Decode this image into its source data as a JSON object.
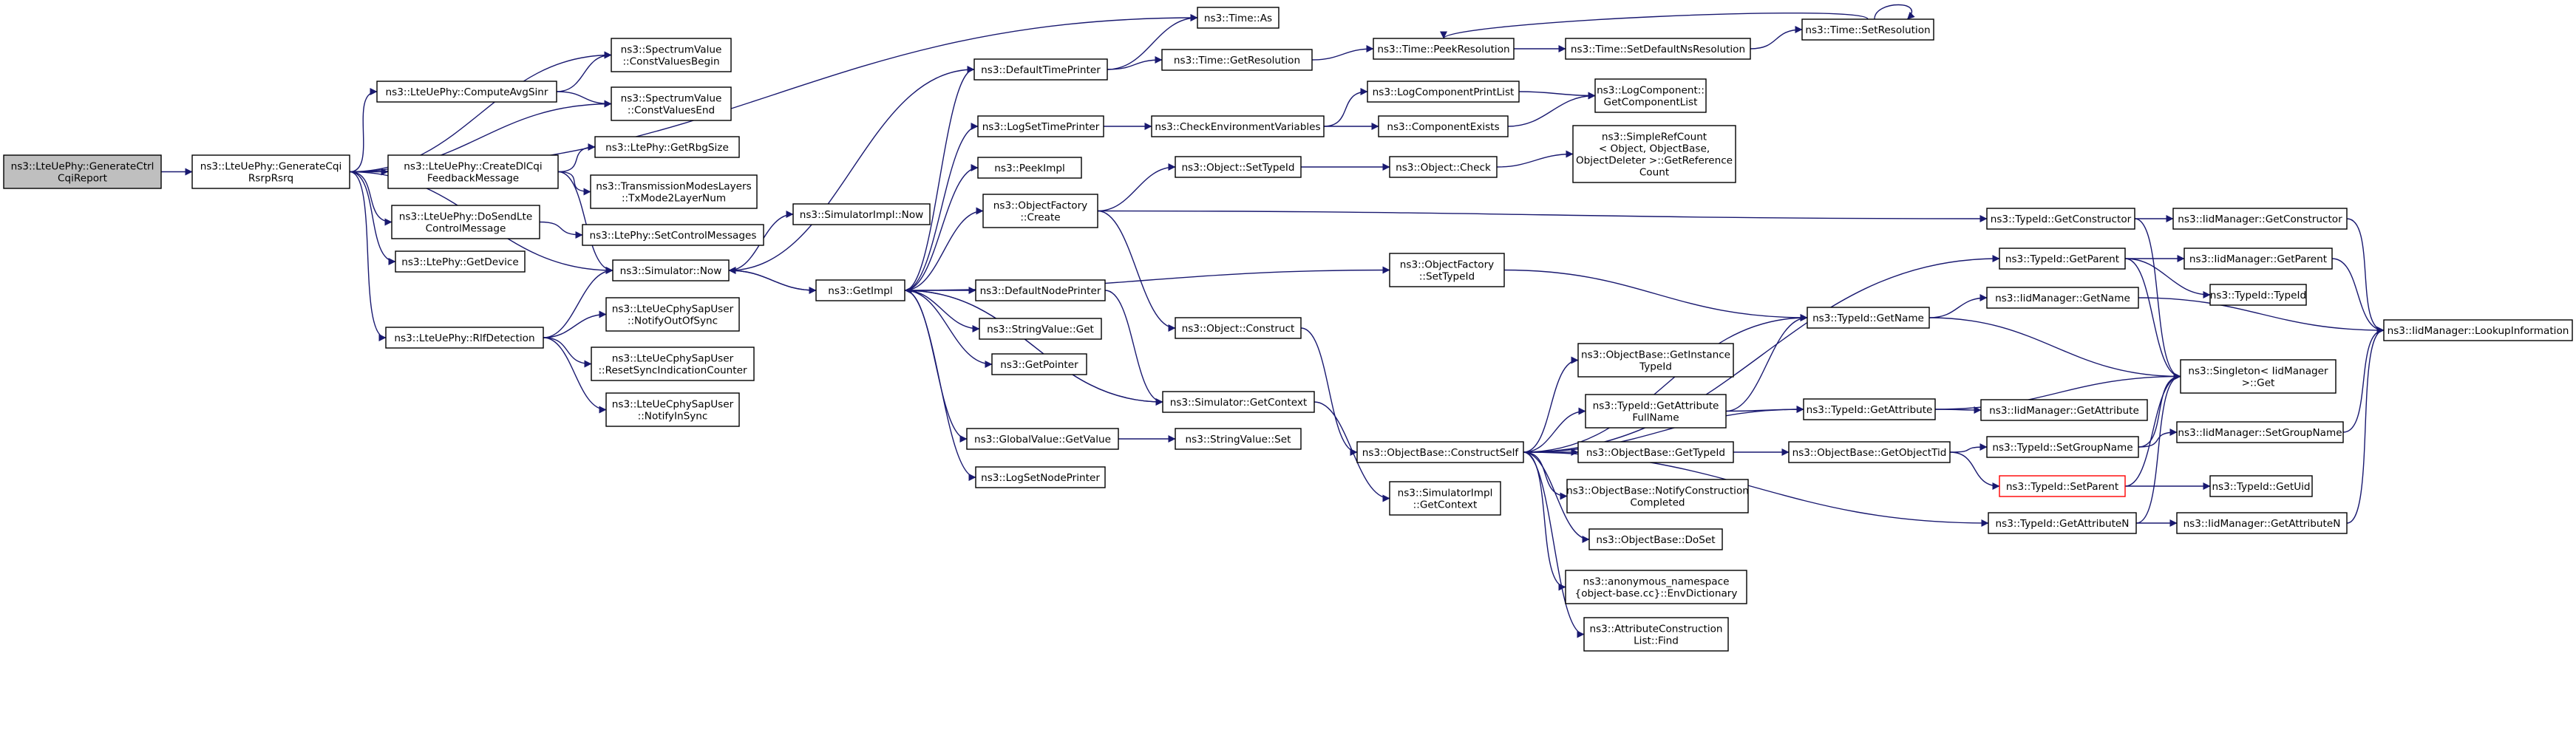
{
  "diagram": {
    "colors": {
      "node_fill": "#ffffff",
      "node_stroke": "#000000",
      "root_fill": "#bfbfbf",
      "highlight_stroke": "#ff0000",
      "edge": "#191970"
    },
    "nodes": {
      "root": [
        "ns3::LteUePhy::GenerateCtrl",
        "CqiReport"
      ],
      "genCqi": [
        "ns3::LteUePhy::GenerateCqi",
        "RsrpRsrq"
      ],
      "timeAs": [
        "ns3::Time::As"
      ],
      "svBegin": [
        "ns3::SpectrumValue",
        "::ConstValuesBegin"
      ],
      "computeAvg": [
        "ns3::LteUePhy::ComputeAvgSinr"
      ],
      "svEnd": [
        "ns3::SpectrumValue",
        "::ConstValuesEnd"
      ],
      "createDlCqi": [
        "ns3::LteUePhy::CreateDlCqi",
        "FeedbackMessage"
      ],
      "getRbgSize": [
        "ns3::LtePhy::GetRbgSize"
      ],
      "txMode": [
        "ns3::TransmissionModesLayers",
        "::TxMode2LayerNum"
      ],
      "doSendLte": [
        "ns3::LteUePhy::DoSendLte",
        "ControlMessage"
      ],
      "setCtrlMsgs": [
        "ns3::LtePhy::SetControlMessages"
      ],
      "getDevice": [
        "ns3::LtePhy::GetDevice"
      ],
      "simNow": [
        "ns3::Simulator::Now"
      ],
      "rlf": [
        "ns3::LteUePhy::RlfDetection"
      ],
      "notifyOut": [
        "ns3::LteUeCphySapUser",
        "::NotifyOutOfSync"
      ],
      "resetSync": [
        "ns3::LteUeCphySapUser",
        "::ResetSyncIndicationCounter"
      ],
      "notifyIn": [
        "ns3::LteUeCphySapUser",
        "::NotifyInSync"
      ],
      "simImplNow": [
        "ns3::SimulatorImpl::Now"
      ],
      "getImpl": [
        "ns3::GetImpl"
      ],
      "defTimePrinter": [
        "ns3::DefaultTimePrinter"
      ],
      "logSetTime": [
        "ns3::LogSetTimePrinter"
      ],
      "peekImpl": [
        "ns3::PeekImpl"
      ],
      "objFactoryCreate": [
        "ns3::ObjectFactory",
        "::Create"
      ],
      "defNodePrinter": [
        "ns3::DefaultNodePrinter"
      ],
      "stringValueGet": [
        "ns3::StringValue::Get"
      ],
      "getPointer": [
        "ns3::GetPointer"
      ],
      "simGetContext": [
        "ns3::Simulator::GetContext"
      ],
      "globalValueGet": [
        "ns3::GlobalValue::GetValue"
      ],
      "logSetNode": [
        "ns3::LogSetNodePrinter"
      ],
      "timeGetRes": [
        "ns3::Time::GetResolution"
      ],
      "checkEnv": [
        "ns3::CheckEnvironmentVariables"
      ],
      "setTypeId": [
        "ns3::Object::SetTypeId"
      ],
      "objConstruct": [
        "ns3::Object::Construct"
      ],
      "stringValueSet": [
        "ns3::StringValue::Set"
      ],
      "timePeekRes": [
        "ns3::Time::PeekResolution"
      ],
      "logCompPrint": [
        "ns3::LogComponentPrintList"
      ],
      "compExists": [
        "ns3::ComponentExists"
      ],
      "objCheck": [
        "ns3::Object::Check"
      ],
      "objFactorySetTid": [
        "ns3::ObjectFactory",
        "::SetTypeId"
      ],
      "objConstructSelf": [
        "ns3::ObjectBase::ConstructSelf"
      ],
      "simImplGetCtx": [
        "ns3::SimulatorImpl",
        "::GetContext"
      ],
      "setDefNs": [
        "ns3::Time::SetDefaultNsResolution"
      ],
      "logCompGetList": [
        "ns3::LogComponent::",
        "GetComponentList"
      ],
      "simpleRefCount": [
        "ns3::SimpleRefCount",
        "< Object, ObjectBase,",
        " ObjectDeleter >::GetReference",
        "Count"
      ],
      "getInstTid": [
        "ns3::ObjectBase::GetInstance",
        "TypeId"
      ],
      "tidGetAttrFull": [
        "ns3::TypeId::GetAttribute",
        "FullName"
      ],
      "obGetTypeId": [
        "ns3::ObjectBase::GetTypeId"
      ],
      "notifyConstr": [
        "ns3::ObjectBase::NotifyConstruction",
        "Completed"
      ],
      "doSet": [
        "ns3::ObjectBase::DoSet"
      ],
      "envDict": [
        "ns3::anonymous_namespace",
        "{object-base.cc}::EnvDictionary"
      ],
      "attrConstrFind": [
        "ns3::AttributeConstruction",
        "List::Find"
      ],
      "timeSetRes": [
        "ns3::Time::SetResolution"
      ],
      "tidGetName": [
        "ns3::TypeId::GetName"
      ],
      "tidGetAttr": [
        "ns3::TypeId::GetAttribute"
      ],
      "obGetObjTid": [
        "ns3::ObjectBase::GetObjectTid"
      ],
      "tidGetCtor": [
        "ns3::TypeId::GetConstructor"
      ],
      "tidGetParent": [
        "ns3::TypeId::GetParent"
      ],
      "iidGetName": [
        "ns3::IidManager::GetName"
      ],
      "tidSetGroup": [
        "ns3::TypeId::SetGroupName"
      ],
      "tidSetParent": [
        "ns3::TypeId::SetParent"
      ],
      "tidGetAttrN": [
        "ns3::TypeId::GetAttributeN"
      ],
      "iidGetCtor": [
        "ns3::IidManager::GetConstructor"
      ],
      "iidGetParent": [
        "ns3::IidManager::GetParent"
      ],
      "tidTypeId": [
        "ns3::TypeId::TypeId"
      ],
      "singleton": [
        "ns3::Singleton< IidManager",
        " >::Get"
      ],
      "iidGetAttr": [
        "ns3::IidManager::GetAttribute"
      ],
      "iidSetGroup": [
        "ns3::IidManager::SetGroupName"
      ],
      "tidGetUid": [
        "ns3::TypeId::GetUid"
      ],
      "iidGetAttrN": [
        "ns3::IidManager::GetAttributeN"
      ],
      "iidLookup": [
        "ns3::IidManager::LookupInformation"
      ]
    }
  }
}
